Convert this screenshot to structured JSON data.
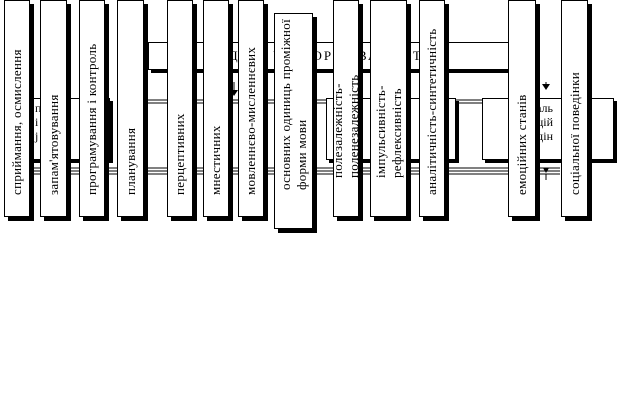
{
  "diagram": {
    "title": "ДИ   Н     У СФОРМОВАНОСТІ",
    "right_box_text": [
      "оціаль",
      "моцій",
      "едін"
    ],
    "left_box_text": [
      "п",
      "і  про",
      "ј  ом"
    ],
    "columns": [
      {
        "lines": [
          "сприймання, осмислення"
        ]
      },
      {
        "lines": [
          "запам'ятовування"
        ]
      },
      {
        "lines": [
          "програмування і контроль"
        ]
      },
      {
        "lines": [
          "планування"
        ]
      },
      {
        "lines": [
          "перцептивних"
        ]
      },
      {
        "lines": [
          "мнестичних"
        ]
      },
      {
        "lines": [
          "мовленнєво-мисленнєвих"
        ]
      },
      {
        "lines": [
          "основних одиниць проміжної",
          "форми мови"
        ]
      },
      {
        "lines": [
          "полезалежність-",
          "поленезалежність"
        ]
      },
      {
        "lines": [
          "імпульсивність-",
          "рефлексивність"
        ]
      },
      {
        "lines": [
          "аналітичність-синтетичність"
        ]
      },
      {
        "lines": [
          "емоційних станів"
        ]
      },
      {
        "lines": [
          "соціальної поведінки"
        ]
      }
    ]
  }
}
